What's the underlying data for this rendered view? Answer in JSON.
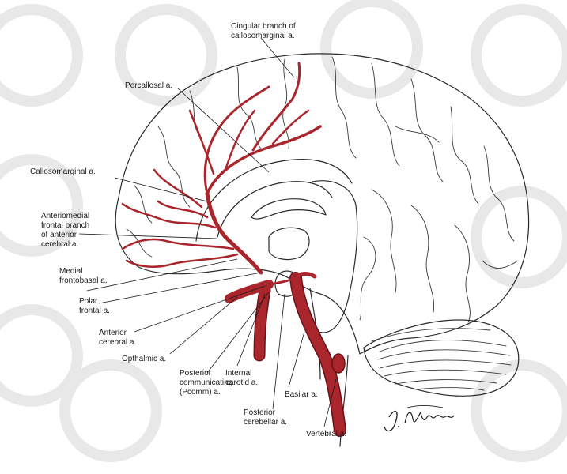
{
  "labels": {
    "cingular": [
      "Cingular branch of",
      "callosomarginal a."
    ],
    "percallosal": [
      "Percallosal a."
    ],
    "callosomarginal": [
      "Callosomarginal a."
    ],
    "anteriomedial": [
      "Anteriomedial",
      "frontal branch",
      "of anterior",
      "cerebral a."
    ],
    "medial_frontobasal": [
      "Medial",
      "frontobasal a."
    ],
    "polar_frontal": [
      "Polar",
      "frontal a."
    ],
    "anterior_cerebral": [
      "Anterior",
      "cerebral a."
    ],
    "opthalmic": [
      "Opthalmic a."
    ],
    "posterior_communicating": [
      "Posterior",
      "communicating",
      "(Pcomm) a."
    ],
    "internal_carotid": [
      "Internal",
      "carotid a."
    ],
    "basilar": [
      "Basilar a."
    ],
    "posterior_cerebellar": [
      "Posterior",
      "cerebellar a."
    ],
    "vertebral": [
      "Vertebral a."
    ]
  },
  "signature": "J. Jaurecek",
  "colors": {
    "artery": "#a8262c",
    "artery_dark": "#6a1216",
    "line": "#2a2a2a",
    "watermark": "#e8e8e8"
  }
}
